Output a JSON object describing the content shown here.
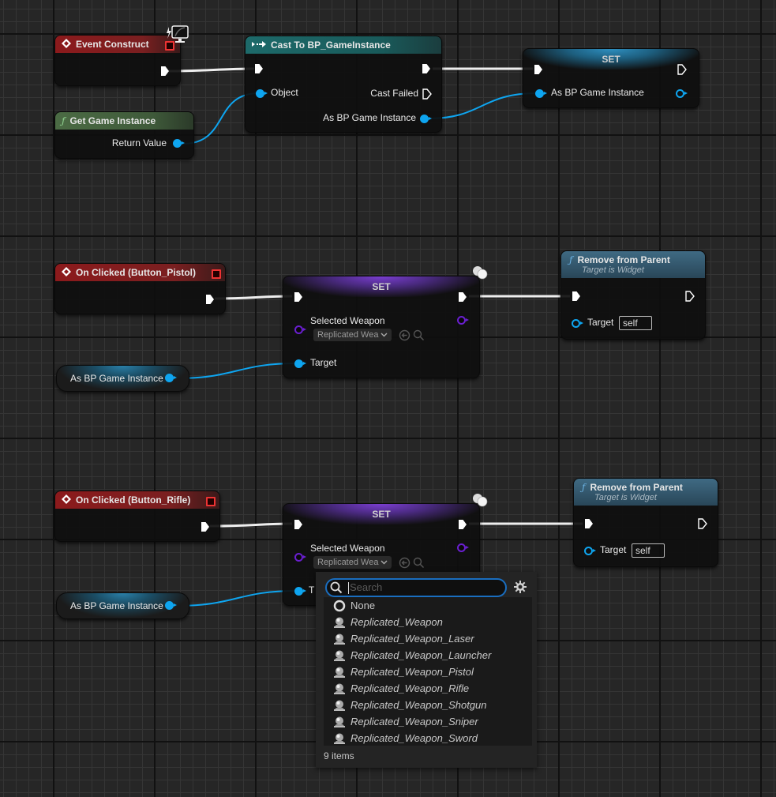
{
  "graph": {
    "event_construct": {
      "title": "Event Construct",
      "icon": "event-diamond-icon",
      "badge_icon": "monitor-icon"
    },
    "get_game_instance": {
      "title": "Get Game Instance",
      "icon": "function-icon",
      "return_pin": "Return Value"
    },
    "cast_node": {
      "title": "Cast To BP_GameInstance",
      "icon": "cast-arrow-icon",
      "object_pin": "Object",
      "cast_failed_pin": "Cast Failed",
      "as_pin": "As BP Game Instance"
    },
    "set_top": {
      "title": "SET",
      "pin": "As BP Game Instance"
    },
    "on_clicked_pistol": {
      "title": "On Clicked (Button_Pistol)",
      "icon": "event-diamond-icon"
    },
    "as_bp_pistol": {
      "label": "As BP Game Instance"
    },
    "set_pistol": {
      "title": "SET",
      "var_pin": "Selected Weapon",
      "dropdown_value": "Replicated Wea",
      "target_pin": "Target"
    },
    "remove_pistol": {
      "title": "Remove from Parent",
      "subtitle": "Target is Widget",
      "target_pin": "Target",
      "target_value": "self"
    },
    "on_clicked_rifle": {
      "title": "On Clicked (Button_Rifle)",
      "icon": "event-diamond-icon"
    },
    "as_bp_rifle": {
      "label": "As BP Game Instance"
    },
    "set_rifle": {
      "title": "SET",
      "var_pin": "Selected Weapon",
      "dropdown_value": "Replicated Wea",
      "target_pin": "T"
    },
    "remove_rifle": {
      "title": "Remove from Parent",
      "subtitle": "Target is Widget",
      "target_pin": "Target",
      "target_value": "self"
    }
  },
  "popup": {
    "search_placeholder": "Search",
    "search_value": "",
    "items": [
      {
        "label": "None",
        "icon": "none-circle-icon"
      },
      {
        "label": "Replicated_Weapon",
        "icon": "actor-icon"
      },
      {
        "label": "Replicated_Weapon_Laser",
        "icon": "actor-icon"
      },
      {
        "label": "Replicated_Weapon_Launcher",
        "icon": "actor-icon"
      },
      {
        "label": "Replicated_Weapon_Pistol",
        "icon": "actor-icon"
      },
      {
        "label": "Replicated_Weapon_Rifle",
        "icon": "actor-icon"
      },
      {
        "label": "Replicated_Weapon_Shotgun",
        "icon": "actor-icon"
      },
      {
        "label": "Replicated_Weapon_Sniper",
        "icon": "actor-icon"
      },
      {
        "label": "Replicated_Weapon_Sword",
        "icon": "actor-icon"
      }
    ],
    "count_label": "9 items"
  },
  "colors": {
    "exec_wire": "#ffffff",
    "object_wire": "#0ea5f0",
    "class_pin": "#6a1fd0",
    "event_header": "#8c1a1c",
    "pure_header": "#4b6b44",
    "cast_header": "#1d6a6a",
    "function_header": "#3f6a83"
  }
}
